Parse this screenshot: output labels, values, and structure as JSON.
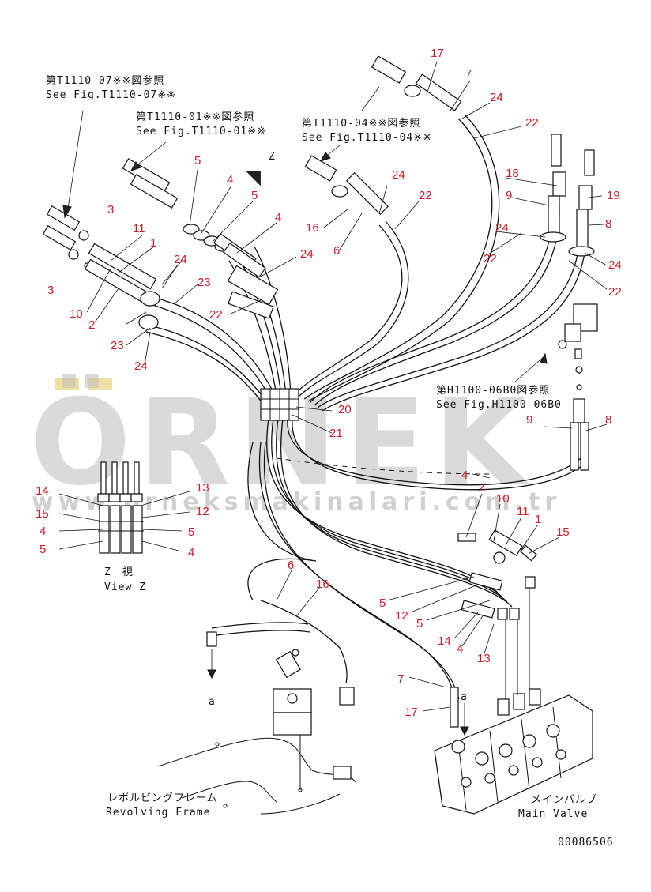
{
  "references": {
    "t1110_07_jp": "第T1110-07※※図参照",
    "t1110_07_en": "See Fig.T1110-07※※",
    "t1110_01_jp": "第T1110-01※※図参照",
    "t1110_01_en": "See Fig.T1110-01※※",
    "t1110_04_jp": "第T1110-04※※図参照",
    "t1110_04_en": "See Fig.T1110-04※※",
    "h1100_jp": "第H1100-06B0図参照",
    "h1100_en": "See Fig.H1100-06B0"
  },
  "labels": {
    "z_marker": "Z",
    "view_z_jp": "Z　視",
    "view_z_en": "View Z",
    "arrow_a": "a",
    "revolving_frame_jp": "レボルビングフレーム",
    "revolving_frame_en": "Revolving Frame",
    "main_valve_jp": "メインバルブ",
    "main_valve_en": "Main Valve",
    "drawing_number": "00086506"
  },
  "watermark": {
    "brand": "ÖRNEK",
    "url": "www.orneksmakinalari.com.tr"
  },
  "callouts": [
    "17",
    "7",
    "24",
    "22",
    "5",
    "4",
    "5",
    "4",
    "24",
    "22",
    "18",
    "9",
    "19",
    "8",
    "3",
    "11",
    "1",
    "24",
    "16",
    "6",
    "24",
    "22",
    "24",
    "22",
    "3",
    "10",
    "2",
    "23",
    "24",
    "23",
    "22",
    "24",
    "22",
    "20",
    "21",
    "9",
    "8",
    "4",
    "2",
    "10",
    "11",
    "1",
    "15",
    "14",
    "13",
    "15",
    "12",
    "4",
    "5",
    "5",
    "4",
    "6",
    "16",
    "5",
    "12",
    "5",
    "14",
    "4",
    "13",
    "7",
    "17"
  ],
  "colors": {
    "callout": "#c8202a",
    "line": "#111111",
    "watermark": "#bdbdbd",
    "watermark_accent": "#e9d27a"
  }
}
